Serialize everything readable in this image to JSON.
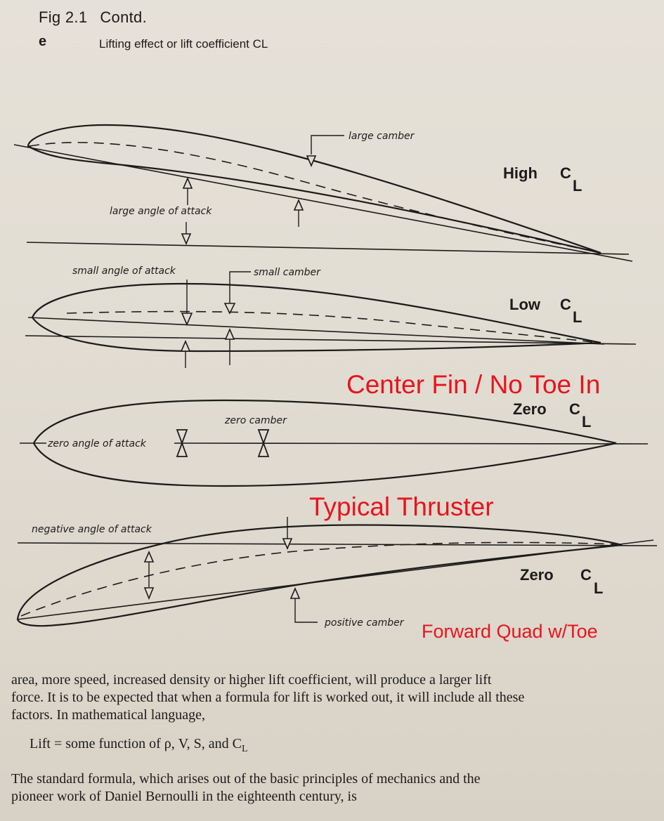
{
  "header": {
    "figure_number": "Fig 2.1",
    "contd": "Contd.",
    "panel_letter": "e",
    "caption": "Lifting effect or lift coefficient CL"
  },
  "airfoils": [
    {
      "id": "high-cl",
      "result_label": "High",
      "coefficient": "C",
      "coefficient_sub": "L",
      "annotations": [
        "large camber",
        "large angle of attack"
      ]
    },
    {
      "id": "low-cl",
      "result_label": "Low",
      "coefficient": "C",
      "coefficient_sub": "L",
      "annotations": [
        "small angle of attack",
        "small camber"
      ]
    },
    {
      "id": "zero-cl-symmetric",
      "result_label": "Zero",
      "coefficient": "C",
      "coefficient_sub": "L",
      "annotations": [
        "zero camber",
        "zero angle of attack"
      ]
    },
    {
      "id": "zero-cl-negative",
      "result_label": "Zero",
      "coefficient": "C",
      "coefficient_sub": "L",
      "annotations": [
        "negative angle of attack",
        "positive camber"
      ]
    }
  ],
  "overlays": {
    "color": "#e8141c",
    "center_fin": "Center Fin / No Toe In",
    "typical_thruster": "Typical Thruster",
    "forward_quad": "Forward Quad w/Toe"
  },
  "body": {
    "para1_line1": "area, more speed, increased density or higher lift coefficient, will produce a larger lift",
    "para1_line2": "force. It is to be expected that when a formula for lift is worked out, it will include all these",
    "para1_line3": "factors. In mathematical language,",
    "equation_main": "Lift = some function of ρ, V, S, and C",
    "equation_sub": "L",
    "para2_line1": "The standard formula, which arises out of the basic principles of mechanics and the",
    "para2_line2": "pioneer work of Daniel Bernoulli in the eighteenth century, is"
  }
}
